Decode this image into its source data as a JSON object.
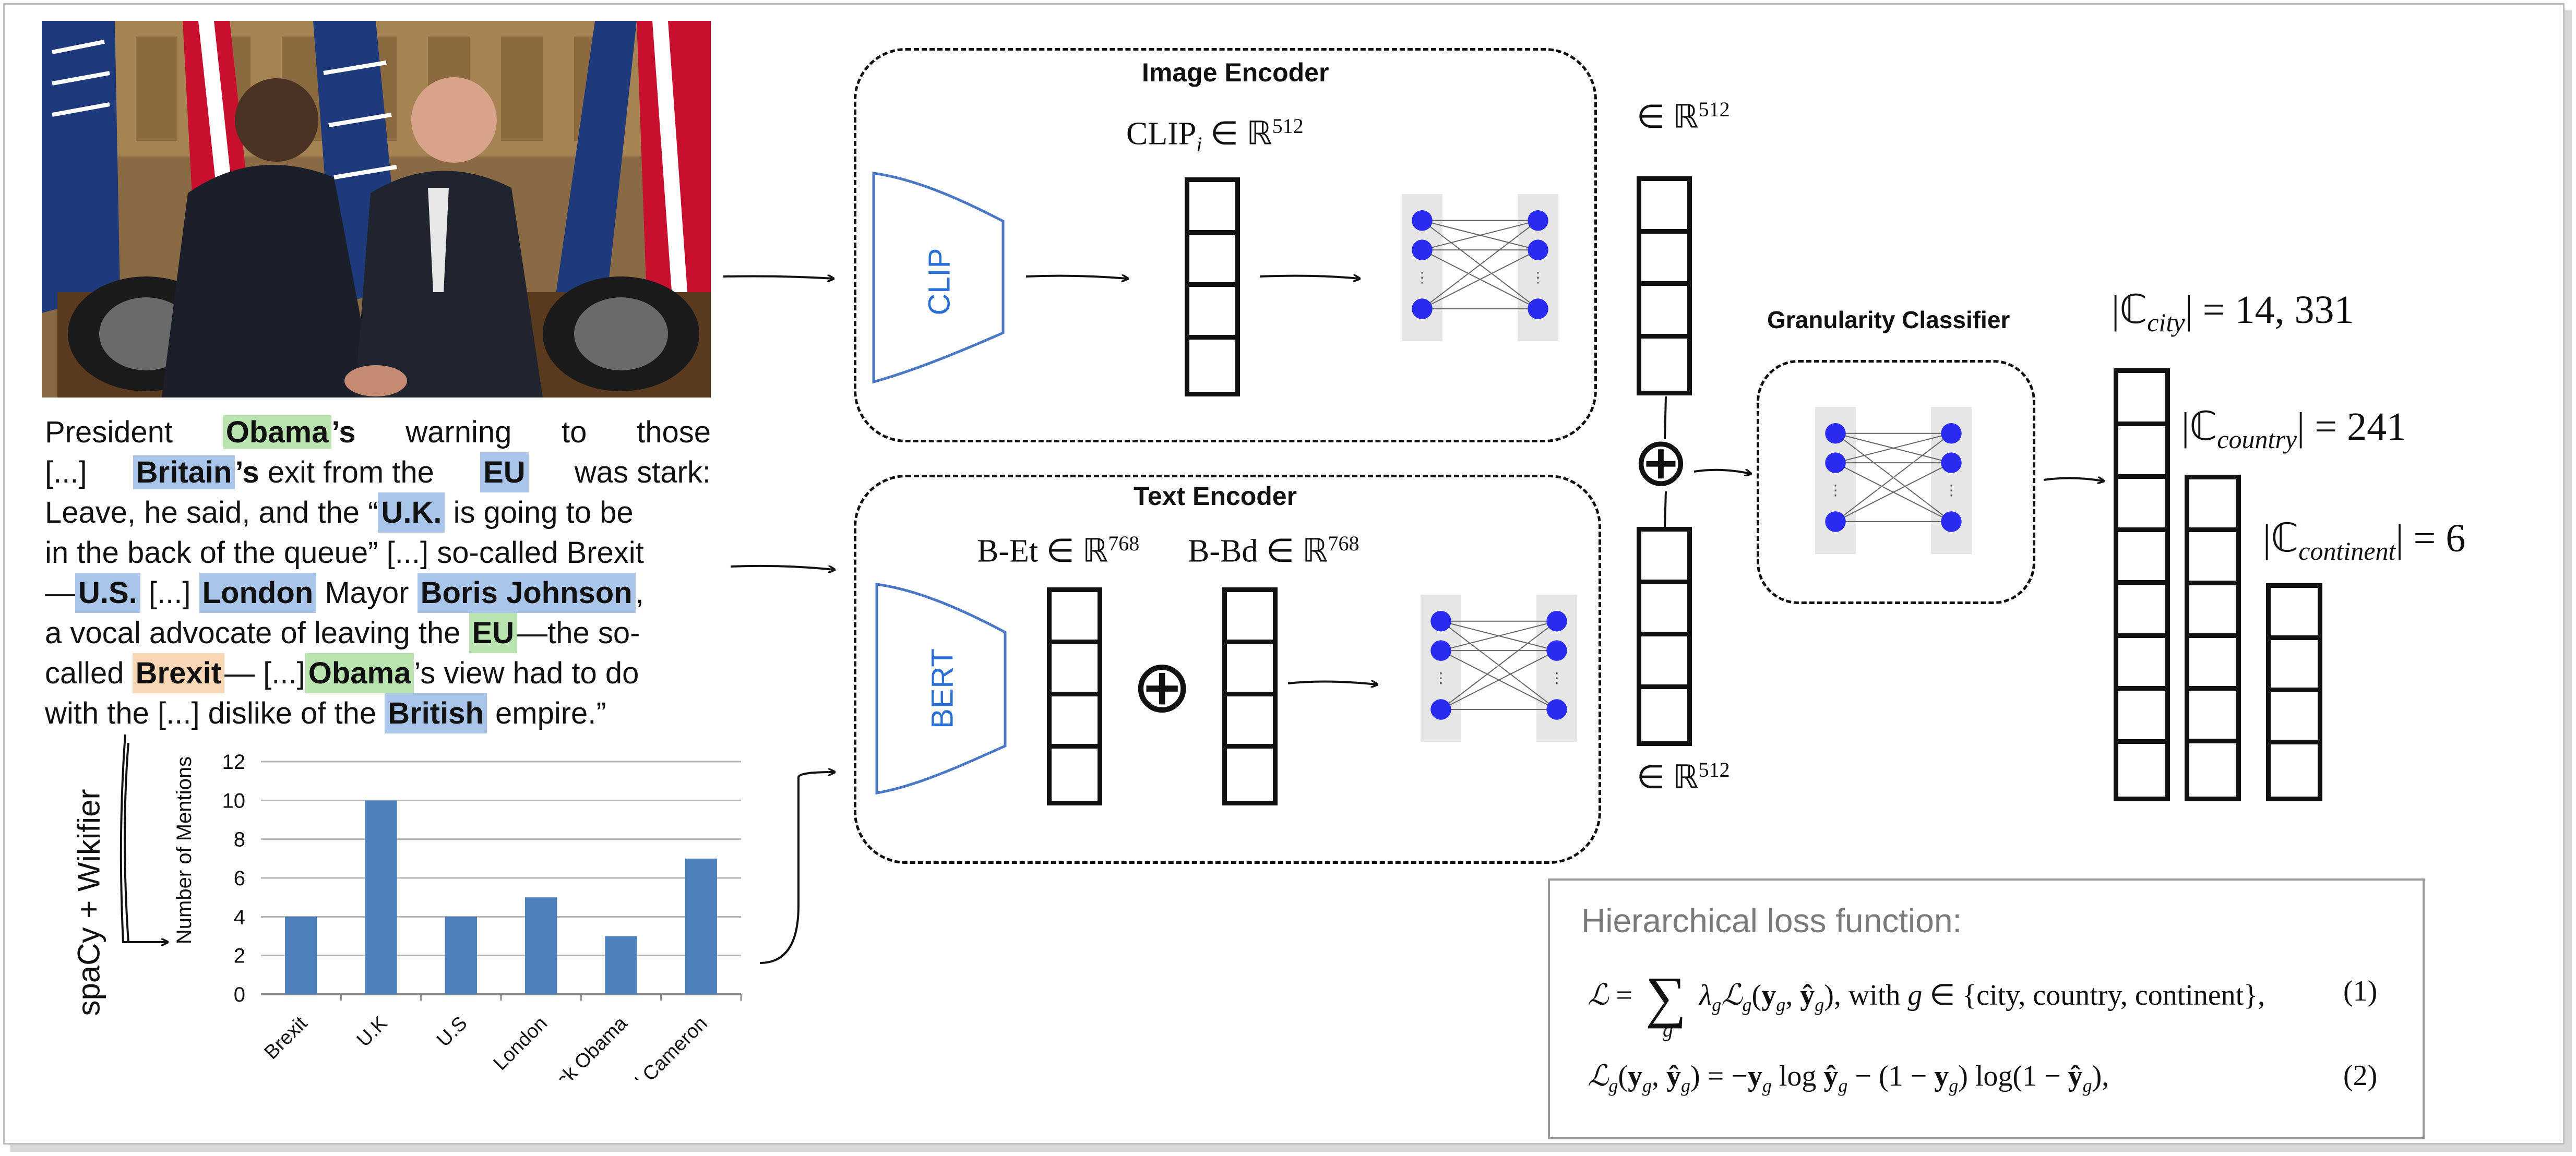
{
  "image_encoder": {
    "title": "Image Encoder",
    "clip_label": "CLIP",
    "embedding_label": "CLIP",
    "embedding_sub": "i",
    "embedding_dim": "∈ ℝ",
    "embedding_exp": "512"
  },
  "text_encoder": {
    "title": "Text Encoder",
    "bert_label": "BERT",
    "emb1_label": "B-Et ∈ ℝ",
    "emb1_exp": "768",
    "emb2_label": "B-Bd ∈ ℝ",
    "emb2_exp": "768",
    "concat_symbol": "⊕"
  },
  "fusion": {
    "top_dim": "∈ ℝ",
    "top_exp": "512",
    "bottom_dim": "∈ ℝ",
    "bottom_exp": "512",
    "concat_symbol": "⊕"
  },
  "classifier": {
    "title": "Granularity Classifier"
  },
  "outputs": {
    "city": {
      "prefix": "|ℂ",
      "sub": "city",
      "suffix": "| = 14, 331"
    },
    "country": {
      "prefix": "|ℂ",
      "sub": "country",
      "suffix": "| = 241"
    },
    "continent": {
      "prefix": "|ℂ",
      "sub": "continent",
      "suffix": "| = 6"
    }
  },
  "article": {
    "line1": [
      "President",
      "Obama",
      "’s",
      "warning",
      "to",
      "those"
    ],
    "line2": [
      "[...]",
      "Britain",
      "’s exit from the",
      "EU",
      "was stark:"
    ],
    "line3_a": "Leave, he said, and the “",
    "line3_b": "U.K.",
    "line3_c": " is going to be",
    "line4": "in the back of the queue” [...] so-called Brexit",
    "line5_a": "—",
    "line5_b": "U.S.",
    "line5_c": " [...] ",
    "line5_d": "London",
    "line5_e": " Mayor ",
    "line5_f": "Boris Johnson",
    "line5_g": ",",
    "line6_a": "a vocal advocate of leaving the ",
    "line6_b": "EU",
    "line6_c": "—the so-",
    "line7_a": "called ",
    "line7_b": "Brexit",
    "line7_c": "— [...]",
    "line7_d": "Obama",
    "line7_e": "’s view had to do",
    "line8_a": "with the [...] dislike of the ",
    "line8_b": "British",
    "line8_c": " empire.”"
  },
  "ner_tool": "spaCy + Wikifier",
  "chart_data": {
    "type": "bar",
    "categories": [
      "Brexit",
      "U.K",
      "U.S",
      "London",
      "Barack Obama",
      "David Cameron"
    ],
    "values": [
      4,
      10,
      4,
      5,
      3,
      7
    ],
    "ylabel": "Number of Mentions",
    "xlabel": "",
    "ylim": [
      0,
      12
    ],
    "yticks": [
      "0",
      "2",
      "4",
      "6",
      "8",
      "10",
      "12"
    ],
    "bar_color": "#4f81bd",
    "grid": true
  },
  "loss": {
    "title": "Hierarchical loss function:",
    "eq1_number": "(1)",
    "eq2_number": "(2)",
    "eq1_text": "ℒ = Σ_g λ_g ℒ_g(y_g, ŷ_g), with g ∈ {city, country, continent},",
    "eq2_text": "ℒ_g(y_g, ŷ_g) = −y_g log ŷ_g − (1 − y_g) log(1 − ŷ_g),"
  },
  "colors": {
    "highlight_green": "#b9e4b0",
    "highlight_blue": "#a9c5ea",
    "highlight_orange": "#f9d6b4",
    "node_blue": "#2b2bf0",
    "encoder_outline": "#4a78c4"
  }
}
